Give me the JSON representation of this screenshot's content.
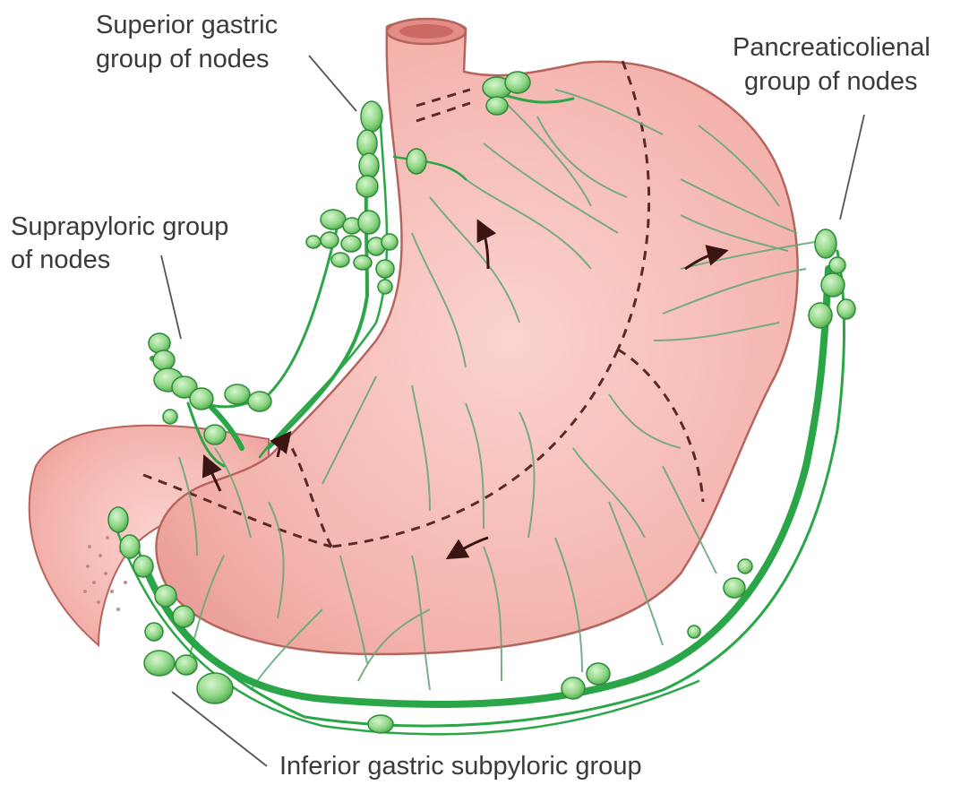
{
  "labels": {
    "superior_gastric": [
      "Superior gastric",
      "group of nodes"
    ],
    "pancreaticolienal": [
      "Pancreaticolienal",
      "group of nodes"
    ],
    "suprapyloric": [
      "Suprapyloric group",
      "of nodes"
    ],
    "inferior_gastric": [
      "Inferior gastric subpyloric group"
    ]
  },
  "colors": {
    "stomach_fill": "#f4b3ad",
    "stomach_outline": "#b5655e",
    "lymph_vessel": "#3fb050",
    "lymph_vessel_dark": "#1e9a3c",
    "lymph_node": "#8fd685",
    "zone_boundary": "#5a2a26",
    "leader_line": "#555555",
    "label_text": "#3a3a3a"
  },
  "icons": [
    "flow-arrow-icon"
  ]
}
